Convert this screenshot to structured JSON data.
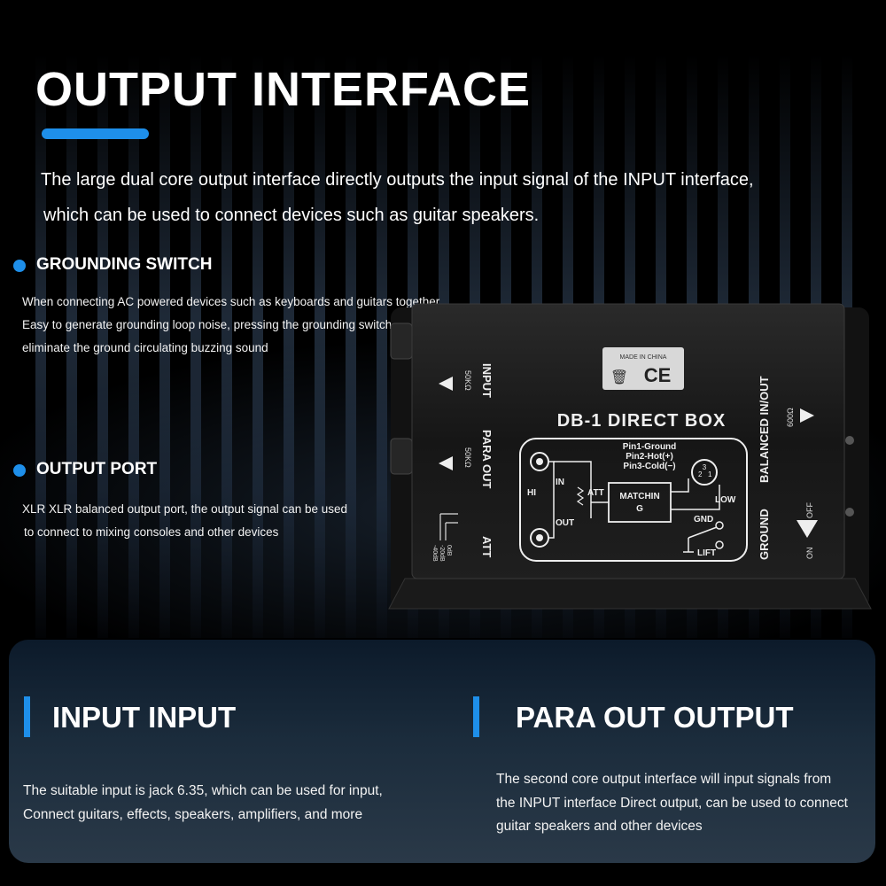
{
  "header": {
    "title": "OUTPUT INTERFACE",
    "intro_lines": [
      "The large dual core output interface directly outputs the input signal of the INPUT interface,",
      "which can be used to connect devices such as guitar speakers."
    ]
  },
  "features": [
    {
      "title": "GROUNDING SWITCH",
      "lines": [
        "When connecting AC powered devices such as keyboards and guitars together",
        "Easy to generate grounding loop noise, pressing the grounding switch can",
        "eliminate the ground circulating buzzing sound"
      ]
    },
    {
      "title": "OUTPUT PORT",
      "lines": [
        "XLR XLR balanced output port, the output signal can be used",
        "to connect to mixing consoles and other devices"
      ]
    }
  ],
  "device": {
    "model": "DB-1 DIRECT BOX",
    "made_in": "MADE IN CHINA",
    "cert": "CE",
    "left_labels": {
      "input": "INPUT",
      "input_imp": "50KΩ",
      "para_out": "PARA OUT",
      "para_imp": "50KΩ",
      "att": "ATT",
      "att_levels": [
        "0dB",
        "-20dB",
        "-40dB"
      ]
    },
    "right_labels": {
      "balanced": "BALANCED IN/OUT",
      "balanced_imp": "600Ω",
      "ground": "GROUND",
      "on": "ON",
      "off": "OFF"
    },
    "pins": [
      "Pin1-Ground",
      "Pin2-Hot(+)",
      "Pin3-Cold(−)"
    ],
    "schematic": {
      "hi": "HI",
      "in": "IN",
      "out": "OUT",
      "att": "ATT",
      "matching_1": "MATCHIN",
      "matching_2": "G",
      "low": "LOW",
      "gnd": "GND",
      "lift": "LIFT",
      "pin_numbers": [
        "2",
        "3",
        "1"
      ]
    }
  },
  "bottom": {
    "left": {
      "title": "INPUT INPUT",
      "lines": [
        "The suitable input is jack 6.35, which can be used for input,",
        "Connect guitars, effects, speakers, amplifiers, and more"
      ]
    },
    "right": {
      "title": "PARA OUT OUTPUT",
      "lines": [
        "The second core output interface will input signals from",
        "the INPUT interface Direct output, can be used to connect",
        "guitar speakers and other devices"
      ]
    }
  },
  "colors": {
    "accent": "#1e8fea",
    "background": "#000000",
    "panel": "#1b2c3c"
  }
}
